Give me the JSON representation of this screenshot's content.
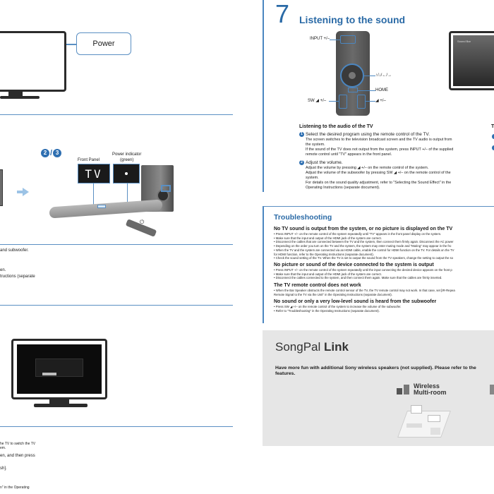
{
  "left_top": {
    "power_callout": "Power"
  },
  "left_mid": {
    "step_badges": [
      "2",
      "3"
    ],
    "slash": "/",
    "front_panel_label": "Front Panel",
    "power_indicator_label": "Power indicator",
    "power_indicator_color": "(green)",
    "tv_display": "TV",
    "text_lines": [
      "and subwoofer.",
      "en.",
      "tructions (separate"
    ]
  },
  "left_bottom": {
    "text_lines": [
      "he TV to switch the TV",
      "em.",
      "en, and then press",
      "sh].",
      "n\" in the Operating"
    ]
  },
  "section7": {
    "number": "7",
    "title": "Listening to the sound",
    "remote_labels": {
      "input": "INPUT +/–",
      "arrows": "↑/↓/←/→",
      "home": "HOME",
      "sw": "SW ◢ +/–",
      "vol": "◢ +/–"
    },
    "tv_screen_label": "Sound Bar",
    "subheading": "Listening to the audio of the TV",
    "right_cut": "T",
    "steps": [
      {
        "num": "1",
        "title": "Select the desired program using the remote control of the TV.",
        "lines": [
          "The screen switches to the television broadcast screen and the TV audio is output from",
          "the system.",
          "If the sound of the TV does not output from the system, press INPUT +/– of the supplied",
          "remote control until \"TV\" appears in the front panel."
        ]
      },
      {
        "num": "2",
        "title": "Adjust the volume.",
        "lines": [
          "Adjust the volume by pressing ◢ +/– on the remote control of the system.",
          "Adjust the volume of the subwoofer by pressing SW ◢ +/– on the remote control of the",
          "system.",
          "For details on the sound quality adjustment, refer to \"Selecting the Sound Effect\" in the",
          "Operating Instructions (separate document)."
        ]
      }
    ]
  },
  "troubleshooting": {
    "title": "Troubleshooting",
    "items": [
      {
        "heading": "No TV sound is output from the system, or no picture is displayed on the TV",
        "bullets": [
          "• Press INPUT +/– on the remote control of the system repeatedly until \"TV\" appears in the front panel display on the system.",
          "• Make sure that  the input and output of the HDMI jack of the system are correct.",
          "• Disconnect the cables that are connected between the TV and the system, then connect them firmly again. Disconnect the AC power",
          "• Depending on the order you turn on the TV and the system, the system may enter muting mode and \"Muting\" may appear in the fro",
          "• When the TV and the system are connected via an HDMI cable, enable the control for HDMI function on the TV. For details on the TV",
          "   for HDMI function, refer to the Operating Instructions (separate document).",
          "• Check the sound setting of the TV. When the TV is set to output the sound from the TV speakers, change the setting to output the so"
        ]
      },
      {
        "heading": "No picture or sound of the device connected to the system is output",
        "bullets": [
          "• Press INPUT +/– on the remote control of the system repeatedly until the input connecting the desired device appears on the front p",
          "• Make sure that  the input and output of the HDMI jack of the system are correct.",
          "• Disconnect the cables connected to the system, and then connect them again. Make sure that the cables are firmly inserted."
        ]
      },
      {
        "heading": "The TV remote control does not work",
        "bullets": [
          "• When the Bar Speaker obstructs the remote control sensor of the TV, the TV remote control may not work. In that case, set [IR-Repea",
          "   Remote Signal to the TV via the Unit\" in the Operating Instructions (separate document)."
        ]
      },
      {
        "heading": "No sound or only a very low-level sound is heard from the subwoofer",
        "bullets": [
          "• Press SW ◢ +/– on the remote control of the system to increase the volume of the subwoofer.",
          "• Refer to \"Troubleshooting\" in the Operating Instructions (separate document)."
        ]
      }
    ]
  },
  "songpal": {
    "logo_light": "SongPal",
    "logo_bold": "Link",
    "tagline_1": "Have more fun with additional Sony wireless speakers (not supplied). Please refer to the",
    "tagline_2": "features.",
    "wireless_1": "Wireless",
    "wireless_2": "Multi-room"
  },
  "colors": {
    "accent_blue": "#2a6aa6",
    "rule_blue": "#5a8fc3",
    "badge_blue": "#2e6fb1",
    "panel_gray": "#e6e6e6"
  }
}
